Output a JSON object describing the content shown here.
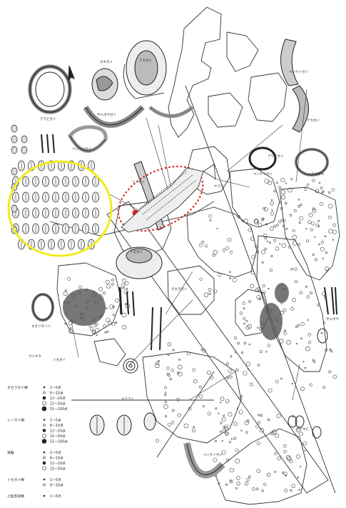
{
  "figure": {
    "labels": {
      "shell_ring_a": "アワビガイ",
      "shell_b": "カキガイ",
      "shell_c": "アカガイ",
      "bracelet_1": "サルボウガイ",
      "bracelet_2": "ベンケイガイ",
      "bracelet_3": "ベンケイガイ",
      "bracelet_4": "アカガイ",
      "stone_1": "アワビガイ",
      "stone_2": "イタボガキ",
      "stone_3": "ベンケイガイ",
      "tool_1": "ツノガイ",
      "tool_2": "ヤスリ",
      "tool_3": "イモガイ",
      "tool_4": "タカラガイ",
      "tool_5": "オオツタノハ",
      "tool_6": "ウミギク",
      "tool_7": "イモガイ",
      "tool_8": "ベンケイガイ",
      "tool_9": "カワアイ",
      "tool_10": "サルボウ",
      "tool_11": "タマキビ"
    },
    "legend": {
      "group1": {
        "name": "タカラガイ類",
        "rows": [
          "1〜5点",
          "6〜10点",
          "11〜20点",
          "21〜50点",
          "51〜100点"
        ]
      },
      "group2": {
        "name": "ツノガイ類",
        "rows": [
          "1〜5点",
          "6〜10点",
          "11〜20点",
          "21〜50点",
          "51〜100点"
        ]
      },
      "group3": {
        "name": "貝輪",
        "rows": [
          "1〜5点",
          "6〜10点",
          "11〜20点",
          "21〜50点"
        ]
      },
      "group4": {
        "name": "イモガイ類",
        "rows": [
          "1〜5点",
          "6〜10点"
        ]
      },
      "group5": {
        "name": "小型巻貝類",
        "rows": [
          "1〜5点"
        ]
      }
    },
    "highlights": {
      "yellow": "#f2ea1c",
      "red": "#e02020"
    }
  }
}
